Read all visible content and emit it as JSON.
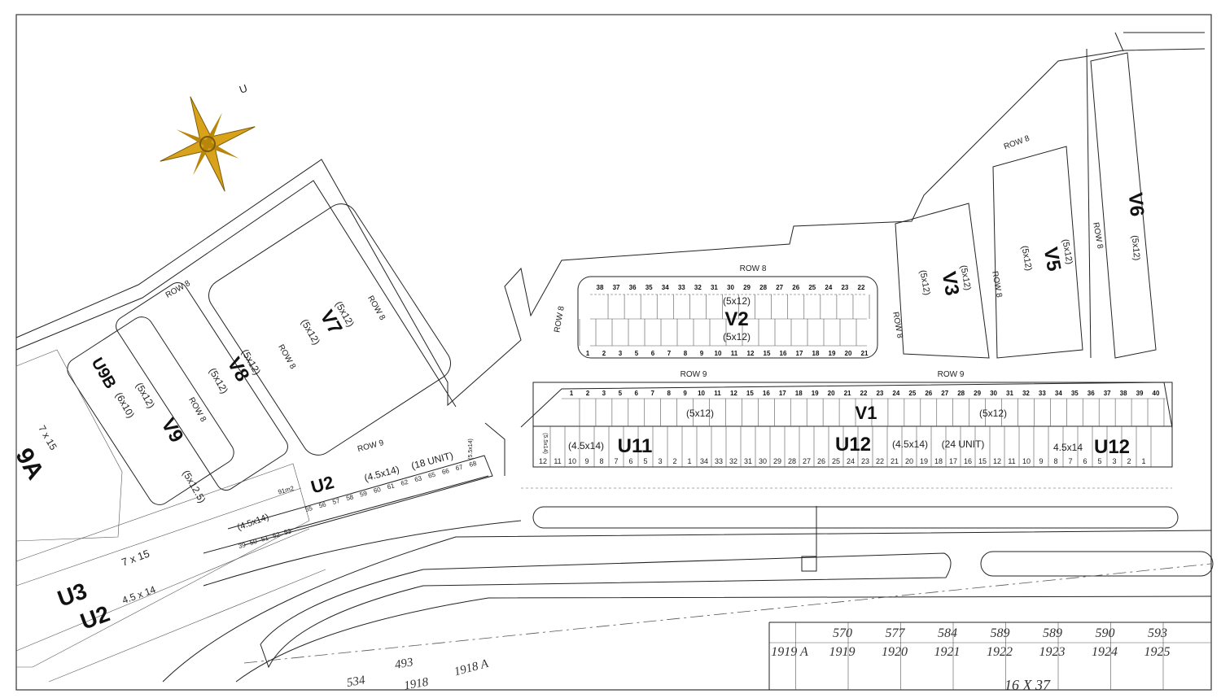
{
  "compass": {
    "north_letter": "U",
    "accent": "#d9a21b"
  },
  "rows": {
    "row8": "ROW 8",
    "row9": "ROW 9"
  },
  "blocks": {
    "v1": {
      "code": "V1",
      "size": "(5x12)",
      "size2": "(5x12)"
    },
    "v2": {
      "code": "V2",
      "size_top": "(5x12)",
      "size_bottom": "(5x12)"
    },
    "v3": {
      "code": "V3",
      "size_a": "(5x12)",
      "size_b": "(5x12)"
    },
    "v5": {
      "code": "V5",
      "size_a": "(5x12)",
      "size_b": "(5x12)"
    },
    "v6": {
      "code": "V6",
      "size": "(5x12)"
    },
    "v7": {
      "code": "V7",
      "size_a": "(5x12)",
      "size_b": "(5x12)"
    },
    "v8": {
      "code": "V8",
      "size_a": "(5x12)",
      "size_b": "(5x12)"
    },
    "v9": {
      "code": "V9",
      "size": "(5x12.5)"
    },
    "u9b": {
      "code": "U9B",
      "size": "(6x10)",
      "size2": "(5x12)"
    },
    "u9a": {
      "code": "9A",
      "size": "7 x 15"
    },
    "u11": {
      "code": "U11",
      "size": "(4.5x14)"
    },
    "u12a": {
      "code": "U12",
      "size": "(4.5x14)",
      "units": "(24 UNIT)"
    },
    "u12b": {
      "code": "U12",
      "size": "4.5x14"
    },
    "u2": {
      "code": "U2",
      "size": "(4.5x14)",
      "units": "(18 UNIT)",
      "area": "91m2",
      "size_side": "(4.5x14)",
      "side_corner": "(5.5x14)",
      "u11_corner": "(5.5x14)"
    },
    "u3": {
      "code": "U3",
      "size": "7 x 15"
    },
    "u2b": {
      "code": "U2",
      "size": "4.5 x 14"
    }
  },
  "v2_top": [
    "38",
    "37",
    "36",
    "35",
    "34",
    "33",
    "32",
    "31",
    "30",
    "29",
    "28",
    "27",
    "26",
    "25",
    "24",
    "23",
    "22"
  ],
  "v2_bottom": [
    "1",
    "2",
    "3",
    "5",
    "6",
    "7",
    "8",
    "9",
    "10",
    "11",
    "12",
    "15",
    "16",
    "17",
    "18",
    "19",
    "20",
    "21"
  ],
  "v1_lots": [
    "1",
    "2",
    "3",
    "5",
    "6",
    "7",
    "8",
    "9",
    "10",
    "11",
    "12",
    "15",
    "16",
    "17",
    "18",
    "19",
    "20",
    "21",
    "22",
    "23",
    "24",
    "25",
    "26",
    "27",
    "28",
    "29",
    "30",
    "31",
    "32",
    "33",
    "34",
    "35",
    "36",
    "37",
    "38",
    "39",
    "40"
  ],
  "u_lots": [
    "12",
    "11",
    "10",
    "9",
    "8",
    "7",
    "6",
    "5",
    "3",
    "2",
    "1",
    "34",
    "33",
    "32",
    "31",
    "30",
    "29",
    "28",
    "27",
    "26",
    "25",
    "24",
    "23",
    "22",
    "21",
    "20",
    "19",
    "18",
    "17",
    "16",
    "15",
    "12",
    "11",
    "10",
    "9",
    "8",
    "7",
    "6",
    "5",
    "3",
    "2",
    "1"
  ],
  "u2_lots": [
    "55",
    "56",
    "57",
    "58",
    "59",
    "60",
    "61",
    "62",
    "63",
    "65",
    "66",
    "67",
    "68"
  ],
  "u2_lower": [
    "39",
    "50",
    "51",
    "52",
    "53"
  ],
  "parcels_top": [
    "570",
    "577",
    "584",
    "589",
    "589",
    "590",
    "593"
  ],
  "parcels_bottom": [
    "1919 A",
    "1919",
    "1920",
    "1921",
    "1922",
    "1923",
    "1924",
    "1925"
  ],
  "parcels_misc": [
    "493",
    "534",
    "1918",
    "1918 A",
    "16 X 37"
  ]
}
